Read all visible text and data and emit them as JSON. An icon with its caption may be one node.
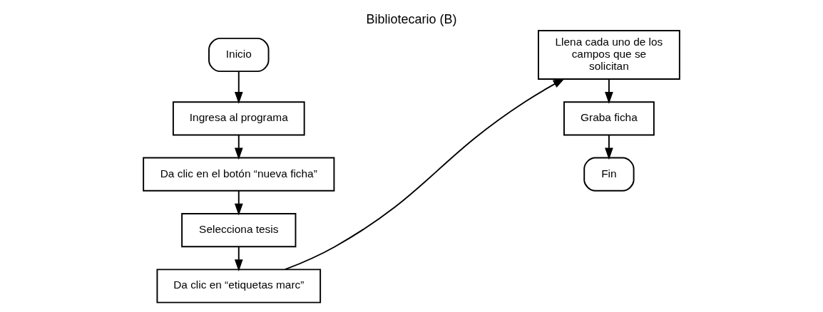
{
  "diagram": {
    "title": "Bibliotecario (B)",
    "nodes": [
      {
        "text": [
          "Inicio"
        ]
      },
      {
        "text": [
          "Ingresa al programa"
        ]
      },
      {
        "text": [
          "Da clic en el botón “nueva ficha”"
        ]
      },
      {
        "text": [
          "Selecciona tesis"
        ]
      },
      {
        "text": [
          "Da clic en “etiquetas marc”"
        ]
      },
      {
        "text": [
          "Llena cada uno de los campos que se solicitan"
        ]
      },
      {
        "text": [
          "Graba ficha"
        ]
      },
      {
        "text": [
          "Fin"
        ]
      }
    ],
    "edges": [
      {
        "from": 0,
        "to": 1,
        "arrow": "to"
      },
      {
        "from": 1,
        "to": 2,
        "arrow": "to"
      },
      {
        "from": 2,
        "to": 3,
        "arrow": "to"
      },
      {
        "from": 3,
        "to": 4,
        "arrow": "to"
      },
      {
        "from": 4,
        "to": 5,
        "arrow": "to"
      },
      {
        "from": 5,
        "to": 6,
        "arrow": "to"
      },
      {
        "from": 6,
        "to": 7,
        "arrow": "to"
      }
    ]
  }
}
